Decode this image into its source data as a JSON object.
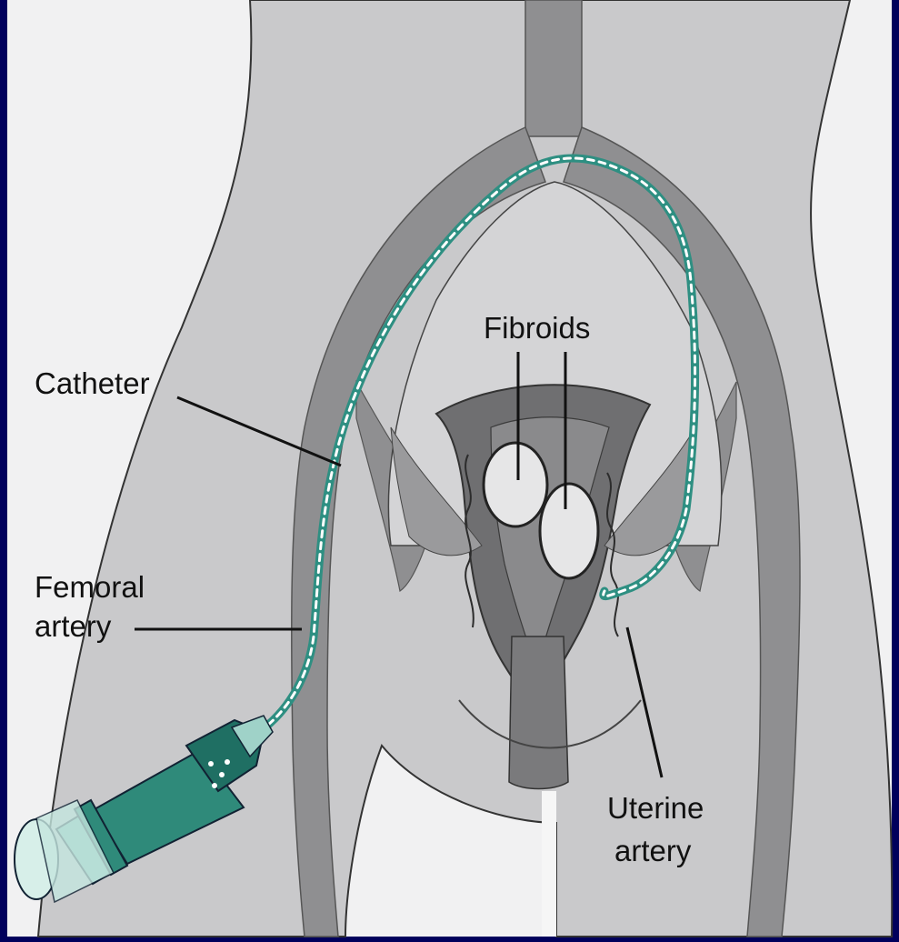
{
  "labels": {
    "catheter": "Catheter",
    "femoral_line1": "Femoral",
    "femoral_line2": "artery",
    "fibroids": "Fibroids",
    "uterine_line1": "Uterine",
    "uterine_line2": "artery"
  },
  "colors": {
    "frame": "#00005c",
    "background": "#f1f1f2",
    "body": "#c9c9cb",
    "artery": "#8f8f91",
    "uterus": "#6f6f71",
    "fibroid": "#e6e6e7",
    "catheter": "#2e8f82",
    "syringe": "#2f8a7a"
  }
}
